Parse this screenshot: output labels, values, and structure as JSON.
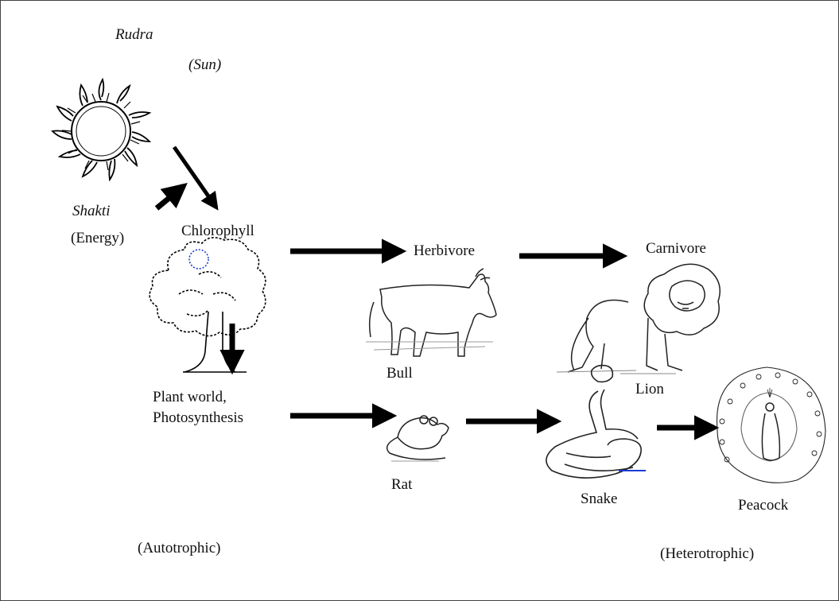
{
  "labels": {
    "rudra": "Rudra",
    "sun": "(Sun)",
    "shakti": "Shakti",
    "energy": "(Energy)",
    "chlorophyll": "Chlorophyll",
    "herbivore": "Herbivore",
    "carnivore": "Carnivore",
    "bull": "Bull",
    "lion": "Lion",
    "plant_world": "Plant world,",
    "photosynthesis": "Photosynthesis",
    "rat": "Rat",
    "snake": "Snake",
    "peacock": "Peacock",
    "autotrophic": "(Autotrophic)",
    "heterotrophic": "(Heterotrophic)"
  },
  "icons": [
    "sun-icon",
    "tree-icon",
    "bull-icon",
    "lion-icon",
    "rat-icon",
    "snake-icon",
    "peacock-icon"
  ],
  "colors": {
    "line": "#000000",
    "background": "#ffffff",
    "accent_blue": "#1a3bd6"
  }
}
